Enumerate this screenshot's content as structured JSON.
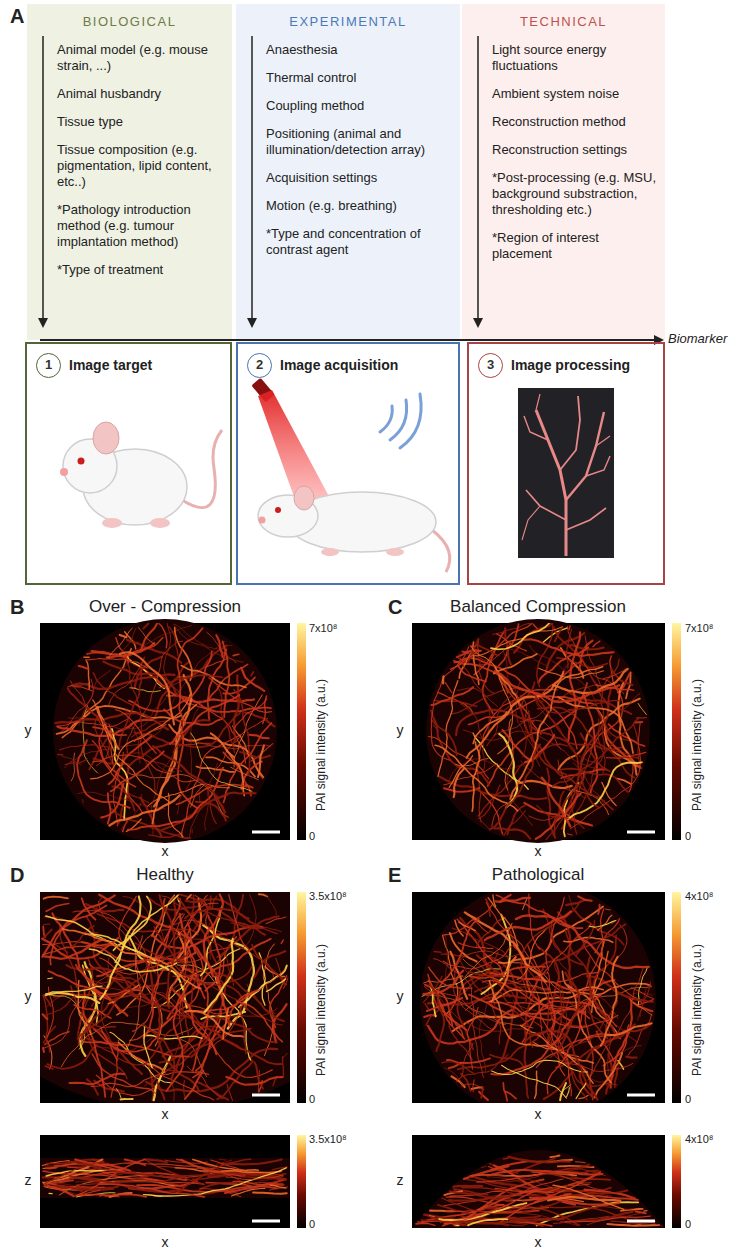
{
  "diagram": {
    "nodes": [
      {
        "text": [
          "BIOLOGICAL",
          "Animal model (e.g. mouse strain, ...)",
          "Animal husbandry",
          "Tissue type",
          "Tissue composition (e.g. pigmentation, lipid content, etc..)",
          "*Pathology introduction method (e.g. tumour implantation method)",
          "*Type of treatment"
        ]
      },
      {
        "text": [
          "EXPERIMENTAL",
          "Anaesthesia",
          "Thermal control",
          "Coupling method",
          "Positioning (animal and illumination/detection array)",
          "Acquisition settings",
          "Motion (e.g. breathing)",
          "*Type and concentration of contrast agent"
        ]
      },
      {
        "text": [
          "TECHNICAL",
          "Light source energy fluctuations",
          "Ambient system noise",
          "Reconstruction method",
          "Reconstruction settings",
          "*Post-processing (e.g. MSU, background substraction, thresholding etc.)",
          "*Region of interest placement"
        ]
      },
      {
        "text": [
          "Image target"
        ]
      },
      {
        "text": [
          "1"
        ],
        "in": 3
      },
      {
        "text": [
          "Image acquisition"
        ]
      },
      {
        "text": [
          "2"
        ],
        "in": 5
      },
      {
        "text": [
          "Image processing"
        ]
      },
      {
        "text": [
          "3"
        ],
        "in": 7
      }
    ],
    "labels": [
      "A",
      "Biomarker",
      "B",
      "Over - Compression",
      "7x10⁸",
      "0",
      "PAI signal intensity (a.u.)",
      "y",
      "x",
      "C",
      "Balanced Compression",
      "7x10⁸",
      "0",
      "PAI signal intensity (a.u.)",
      "y",
      "x",
      "D",
      "Healthy",
      "3.5x10⁸",
      "0",
      "PAI signal intensity (a.u.)",
      "y",
      "x",
      "3.5x10⁸",
      "0",
      "z",
      "x",
      "E",
      "Pathological",
      "4x10⁸",
      "0",
      "PAI signal intensity (a.u.)",
      "y",
      "x",
      "4x10⁸",
      "0",
      "z",
      "x"
    ]
  }
}
